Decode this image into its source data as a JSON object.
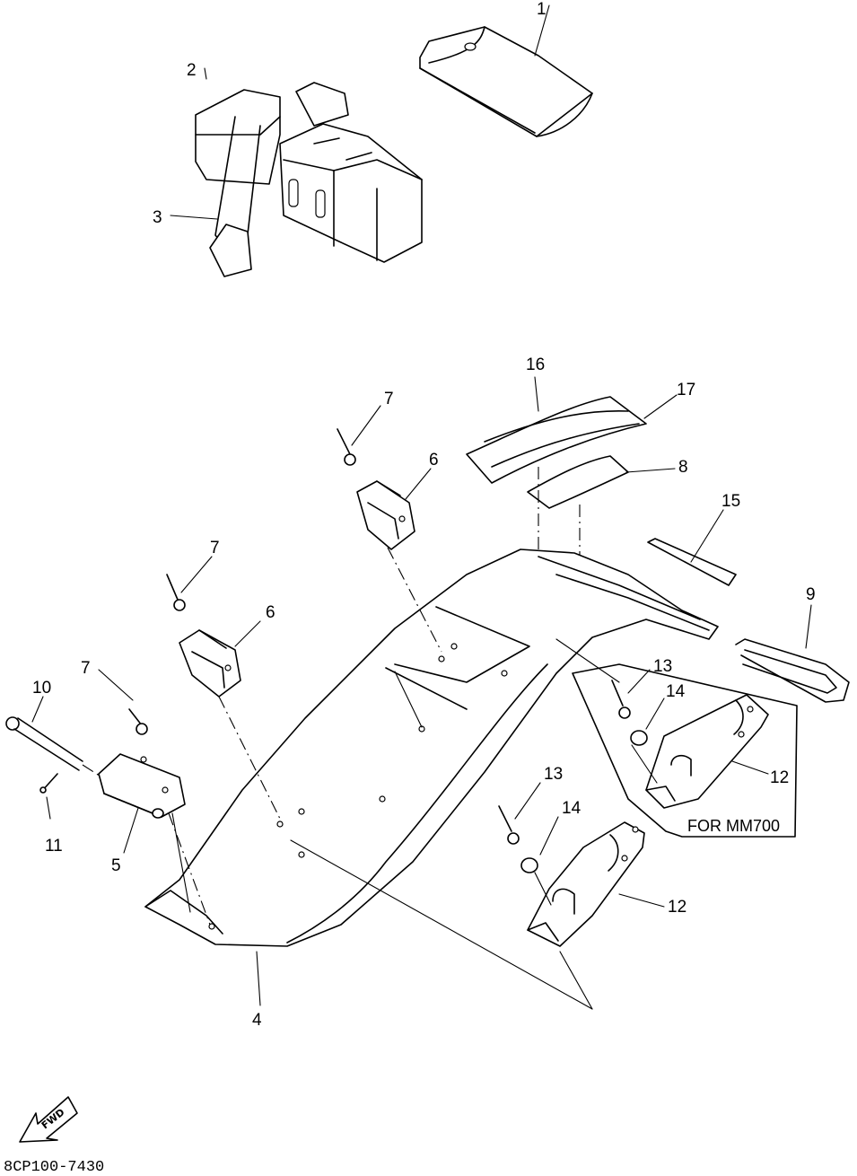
{
  "callouts": {
    "c1": "1",
    "c2": "2",
    "c3": "3",
    "c4": "4",
    "c5": "5",
    "c6a": "6",
    "c6b": "6",
    "c7a": "7",
    "c7b": "7",
    "c7c": "7",
    "c8": "8",
    "c9": "9",
    "c10": "10",
    "c11": "11",
    "c12a": "12",
    "c12b": "12",
    "c13a": "13",
    "c13b": "13",
    "c14a": "14",
    "c14b": "14",
    "c15": "15",
    "c16": "16",
    "c17": "17"
  },
  "notes": {
    "mm700": "FOR MM700",
    "fwd": "FWD"
  },
  "diagram_code": "8CP100-7430"
}
